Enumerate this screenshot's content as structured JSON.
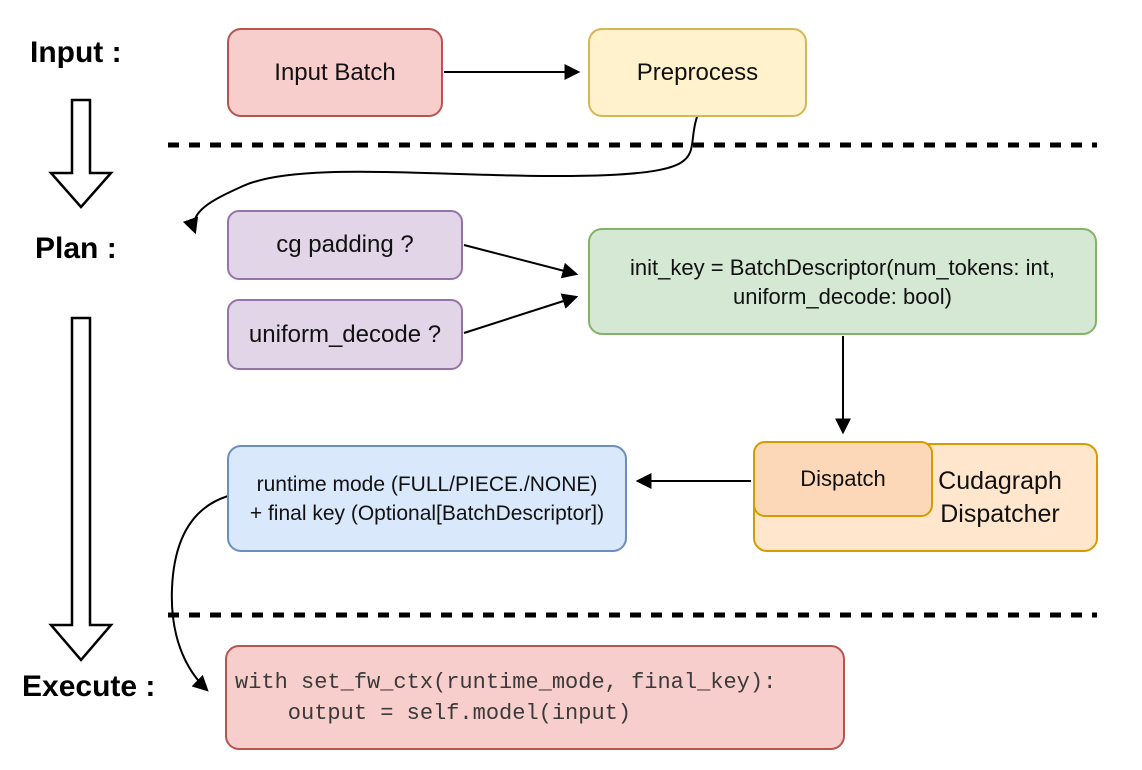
{
  "diagram": {
    "title_hint": "cudagraph dispatch flow",
    "line_color": "#000000",
    "stages": [
      {
        "id": "input",
        "label": "Input :"
      },
      {
        "id": "plan",
        "label": "Plan :"
      },
      {
        "id": "execute",
        "label": "Execute :"
      }
    ],
    "nodes": {
      "input_batch": {
        "label": "Input Batch",
        "fill": "#f8cecc",
        "border": "#b85450"
      },
      "preprocess": {
        "label": "Preprocess",
        "fill": "#fff2cc",
        "border": "#d6b656"
      },
      "cg_padding": {
        "label": "cg padding ?",
        "fill": "#e1d5e7",
        "border": "#9673a6"
      },
      "uniform_decode": {
        "label": "uniform_decode ?",
        "fill": "#e1d5e7",
        "border": "#9673a6"
      },
      "init_key": {
        "line1": "init_key = BatchDescriptor(num_tokens: int,",
        "line2": "uniform_decode: bool)",
        "fill": "#d5e8d4",
        "border": "#82b366"
      },
      "dispatch": {
        "label": "Dispatch",
        "fill": "#fcd8b8",
        "border": "#d79b00"
      },
      "cudagraph_dispatcher": {
        "line1": "Cudagraph",
        "line2": "Dispatcher",
        "fill": "#ffe6cc",
        "border": "#d79b00"
      },
      "runtime_result": {
        "line1": "runtime mode (FULL/PIECE./NONE)",
        "line2": "+ final key (Optional[BatchDescriptor])",
        "fill": "#dae8fc",
        "border": "#6c8ebf"
      },
      "execute_code": {
        "line1": "with set_fw_ctx(runtime_mode, final_key):",
        "line2": "    output = self.model(input)",
        "fill": "#f8cecc",
        "border": "#b85450"
      }
    }
  }
}
